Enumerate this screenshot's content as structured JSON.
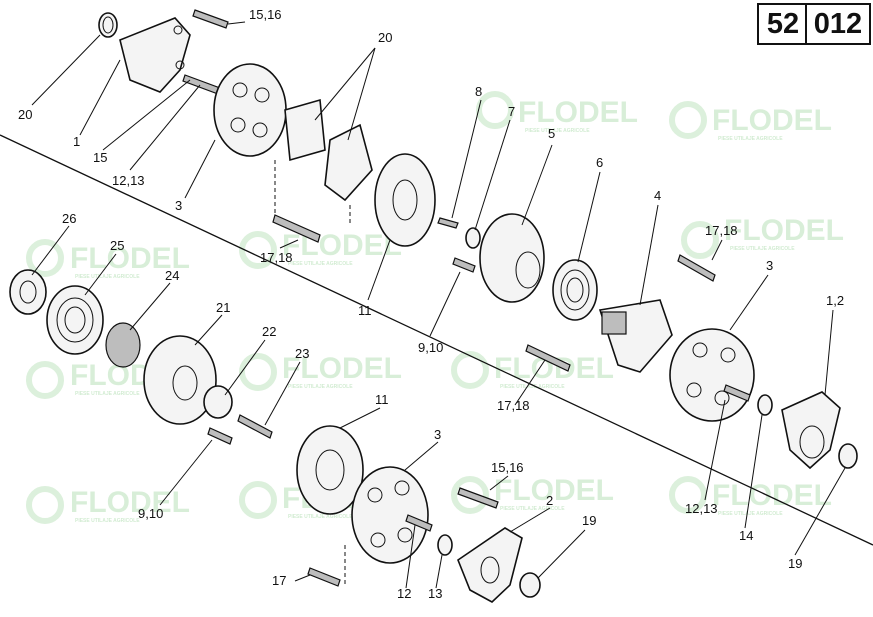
{
  "header": {
    "group": "52",
    "code": "012"
  },
  "watermark": {
    "brand": "FLODEL",
    "tagline": "PIESE UTILAJE AGRICOLE"
  },
  "callouts": [
    "20",
    "1",
    "15,16",
    "15",
    "12,13",
    "3",
    "20",
    "8",
    "7",
    "5",
    "6",
    "11",
    "9,10",
    "26",
    "25",
    "24",
    "21",
    "17,18",
    "4",
    "17,18",
    "3",
    "1,2",
    "22",
    "23",
    "9,10",
    "11",
    "3",
    "15,16",
    "2",
    "17,18",
    "12,13",
    "14",
    "19",
    "19",
    "17",
    "12",
    "13"
  ],
  "colors": {
    "ink": "#111111",
    "watermark": "#9bd59b",
    "background": "#ffffff"
  }
}
